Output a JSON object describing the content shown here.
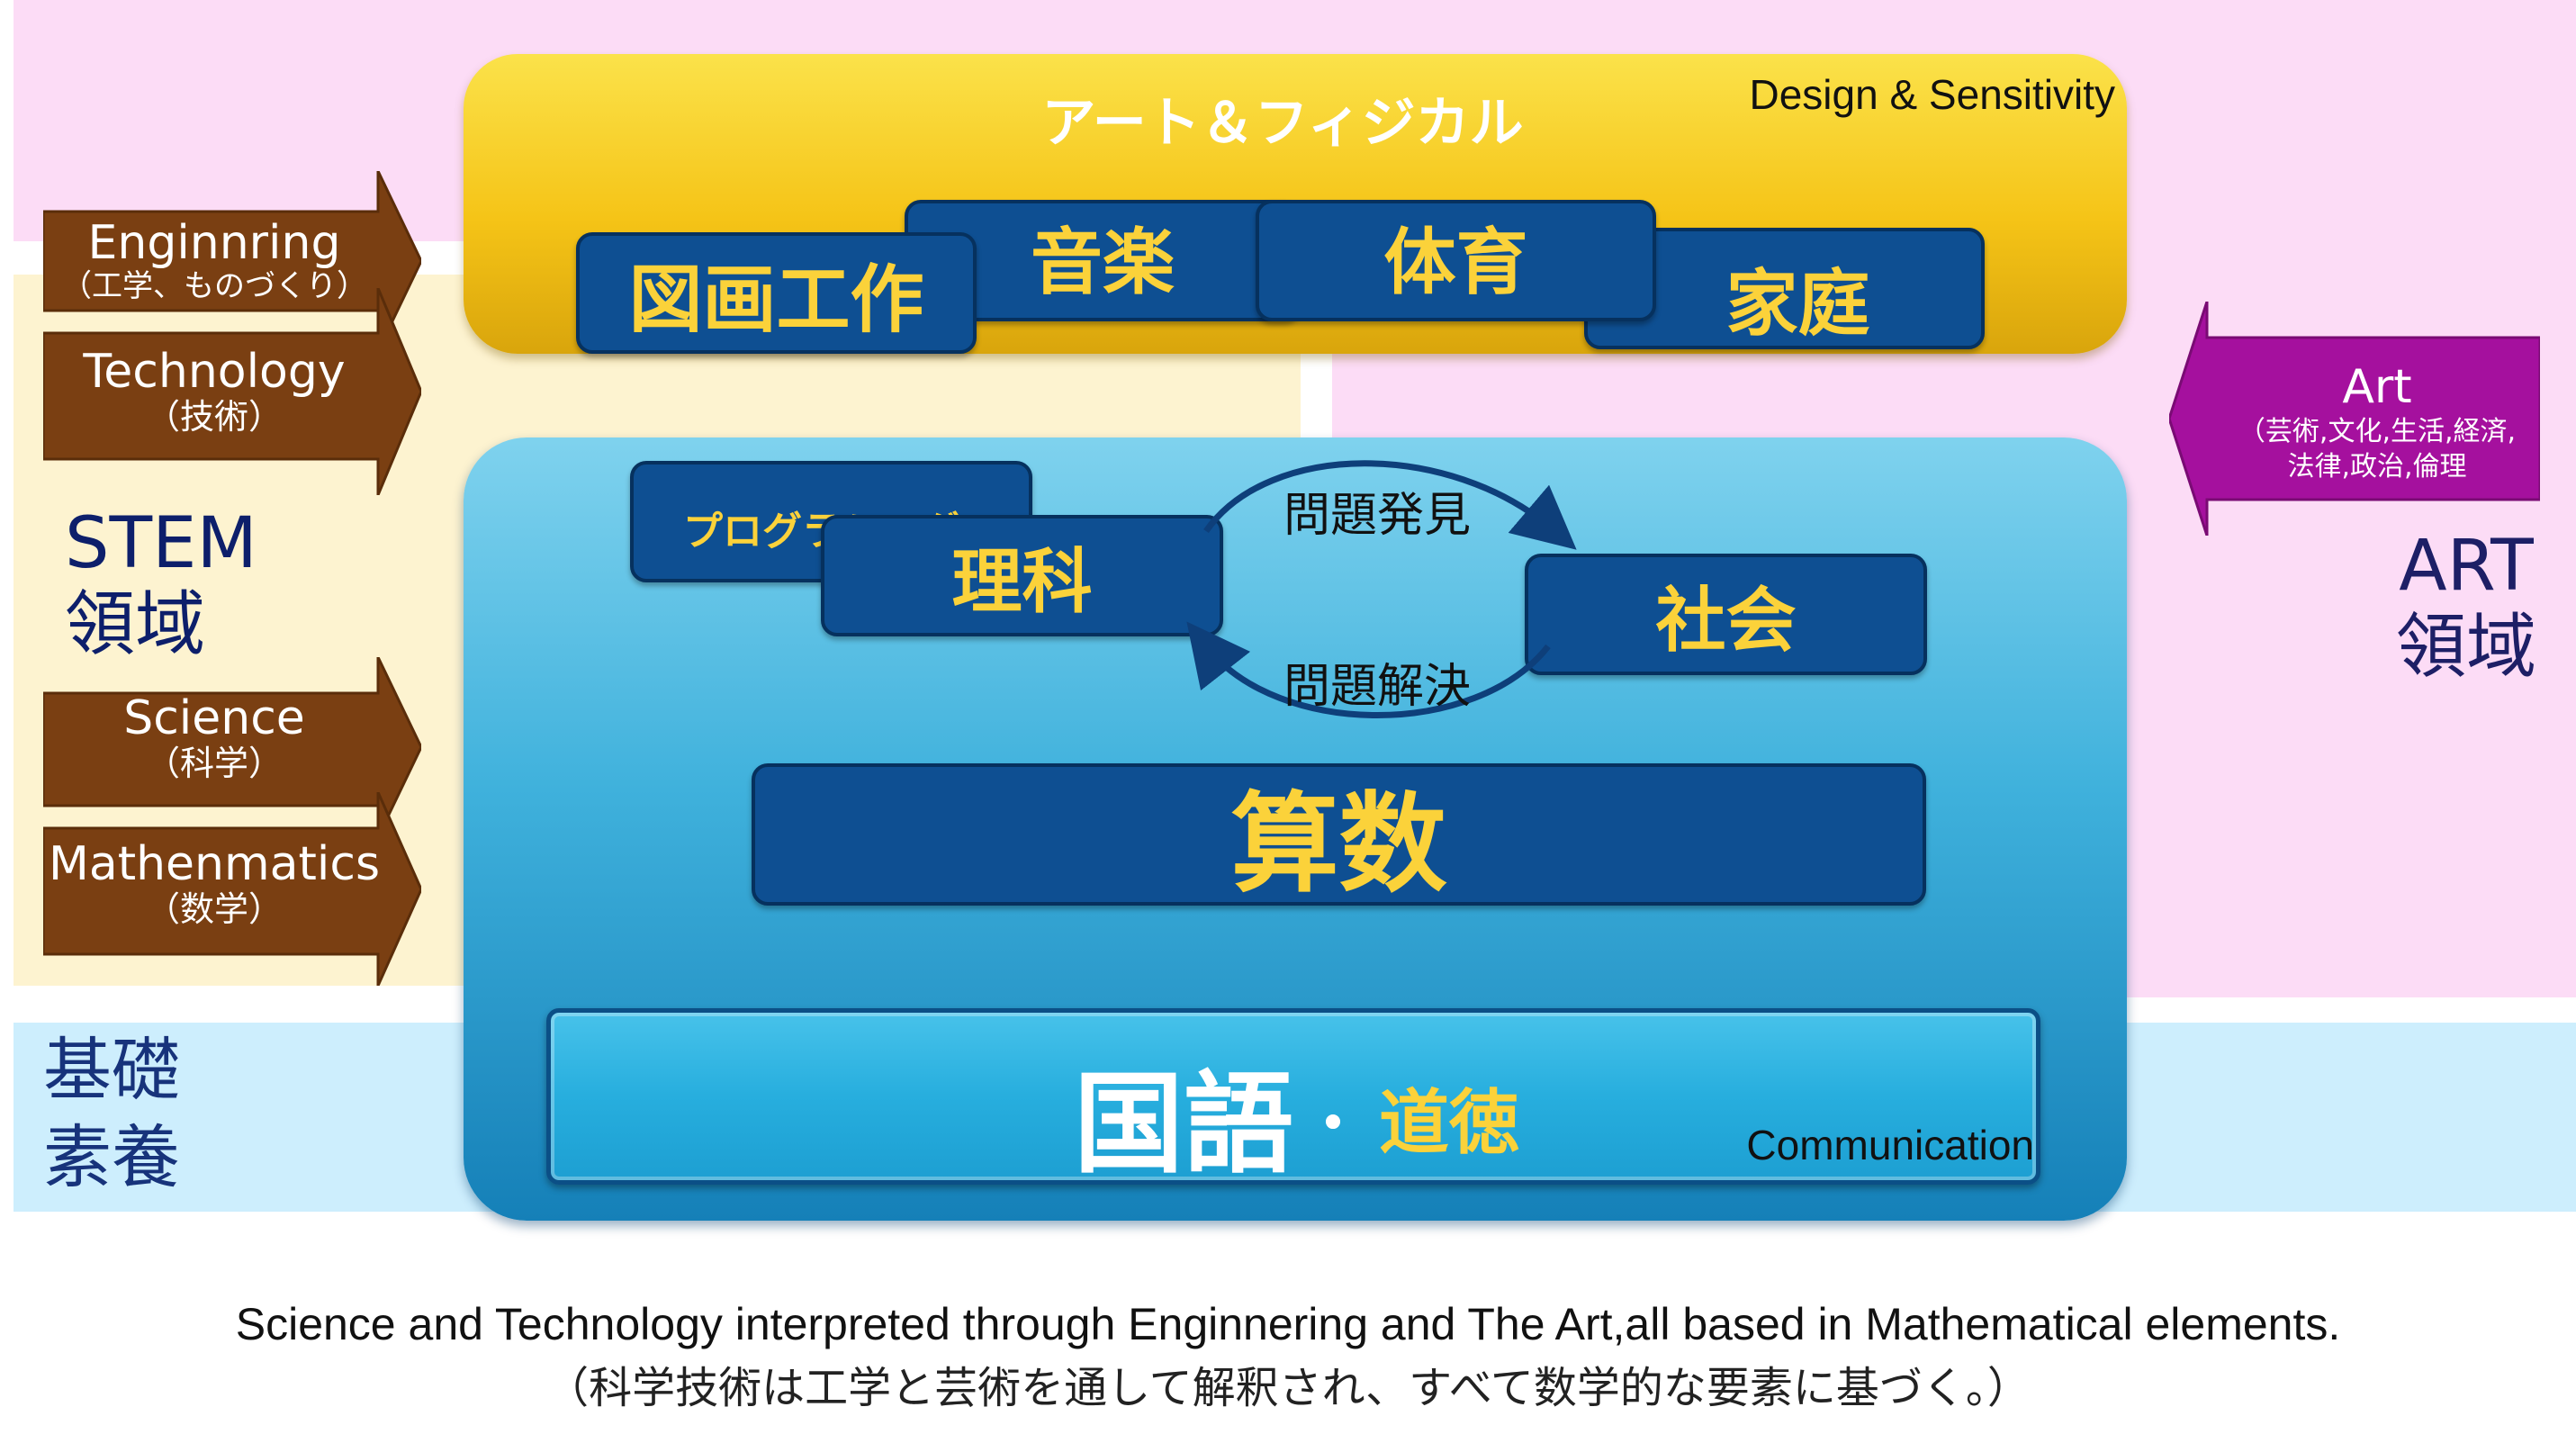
{
  "stem_arrows": [
    {
      "en": "Enginnring",
      "ja": "（工学、ものづくり）"
    },
    {
      "en": "Technology",
      "ja": "（技術）"
    },
    {
      "en": "Science",
      "ja": "（科学）"
    },
    {
      "en": "Mathenmatics",
      "ja": "（数学）"
    }
  ],
  "stem_area": {
    "line1": "STEM",
    "line2": "領域"
  },
  "art_area": {
    "line1": "ART",
    "line2": "領域"
  },
  "art_arrow": {
    "en": "Art",
    "ja_line1": "（芸術,文化,生活,経済,",
    "ja_line2": "法律,政治,倫理"
  },
  "foundation": {
    "line1": "基礎",
    "line2": "素養"
  },
  "art_physical": {
    "title": "アート＆フィジカル",
    "note": "Design & Sensitivity",
    "subjects": [
      "図画工作",
      "音楽",
      "体育",
      "家庭"
    ]
  },
  "core": {
    "programming": "プログラミング",
    "science": "理科",
    "society": "社会",
    "problem_finding": "問題発見",
    "problem_solving": "問題解決",
    "math": "算数",
    "language": "国語",
    "dot": "・",
    "morals": "道徳",
    "communication": "Communication"
  },
  "caption": {
    "en": "Science and Technology interpreted through Enginnering and The Art,all based in Mathematical elements.",
    "ja": "（科学技術は工学と芸術を通して解釈され、すべて数学的な要素に基づく。）"
  },
  "colors": {
    "pink_band": "#fcdcf6",
    "cream_band": "#fdf3d0",
    "blue_band": "#cdeefd",
    "subject_fill": "#0e4f92",
    "subject_text": "#fbd23a",
    "stem_arrow": "#7a3f12",
    "art_arrow": "#a5109e"
  }
}
